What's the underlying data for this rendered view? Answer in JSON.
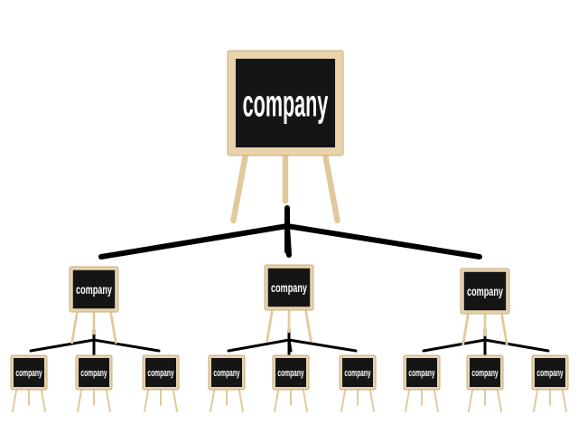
{
  "diagram": {
    "type": "org-chart",
    "root": {
      "label": "company",
      "children": [
        {
          "label": "company",
          "children": [
            {
              "label": "company"
            },
            {
              "label": "company"
            },
            {
              "label": "company"
            }
          ]
        },
        {
          "label": "company",
          "children": [
            {
              "label": "company"
            },
            {
              "label": "company"
            },
            {
              "label": "company"
            }
          ]
        },
        {
          "label": "company",
          "children": [
            {
              "label": "company"
            },
            {
              "label": "company"
            },
            {
              "label": "company"
            }
          ]
        }
      ]
    }
  },
  "colors": {
    "frame": "#e8d3ab",
    "frame_edge": "#c9ae80",
    "board": "#151515",
    "legs": "#e2c99b",
    "connector": "#000000",
    "text": "#ffffff"
  }
}
